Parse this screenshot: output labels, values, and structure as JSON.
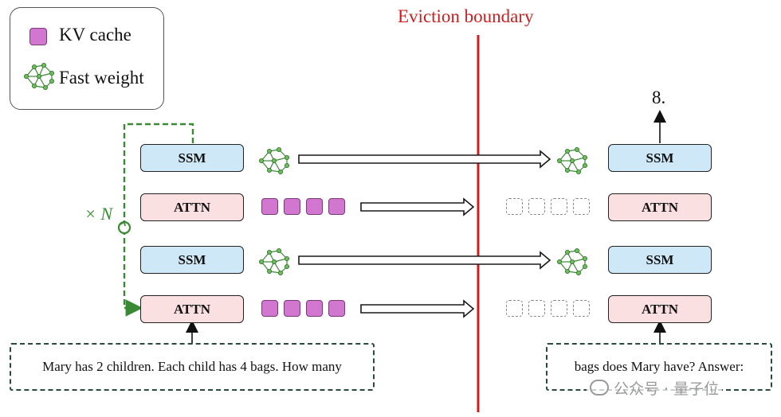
{
  "legend": {
    "kv_cache_label": "KV cache",
    "fast_weight_label": "Fast weight"
  },
  "boundary": {
    "label": "Eviction boundary",
    "color": "#cc1f1f"
  },
  "loop": {
    "label": "× N",
    "color": "#3a8a35"
  },
  "left_stack": [
    "SSM",
    "ATTN",
    "SSM",
    "ATTN"
  ],
  "right_stack": [
    "SSM",
    "ATTN",
    "SSM",
    "ATTN"
  ],
  "output_token": "8.",
  "prompt_left": "Mary has 2 children. Each child has 4 bags. How many",
  "prompt_right": "bags does Mary have?  Answer:",
  "watermark": "公众号 · 量子位",
  "colors": {
    "ssm_fill": "#cfe8f7",
    "attn_fill": "#fbe0e2",
    "kv_fill": "#d277cf",
    "network_green": "#3a8a35"
  }
}
